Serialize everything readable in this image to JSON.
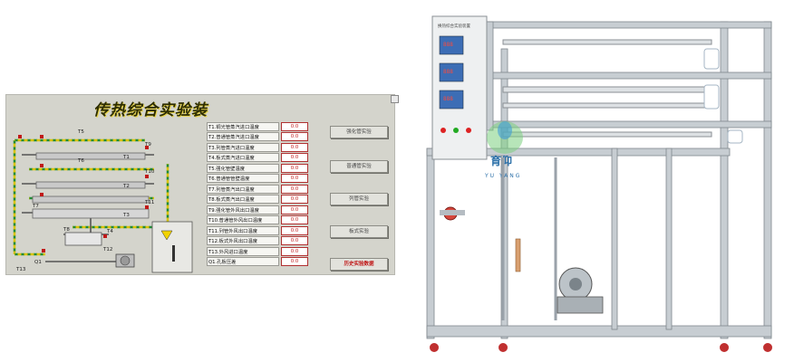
{
  "panel": {
    "title": "传热综合实验装置",
    "table": [
      {
        "label": "T1.铜光管蒸汽进口温度",
        "value": "0.0"
      },
      {
        "label": "T2.普通管蒸汽进口温度",
        "value": "0.0"
      },
      {
        "label": "T3.列管蒸汽进口温度",
        "value": "0.0"
      },
      {
        "label": "T4.板式蒸汽进口温度",
        "value": "0.0"
      },
      {
        "label": "T5.强化管壁温度",
        "value": "0.0"
      },
      {
        "label": "T6.普通管管壁温度",
        "value": "0.0"
      },
      {
        "label": "T7.列管蒸汽出口温度",
        "value": "0.0"
      },
      {
        "label": "T8.板式蒸汽出口温度",
        "value": "0.0"
      },
      {
        "label": "T9.强化管外风出口温度",
        "value": "0.0"
      },
      {
        "label": "T10.普通管外风出口温度",
        "value": "0.0"
      },
      {
        "label": "T11.列管外风出口温度",
        "value": "0.0"
      },
      {
        "label": "T12.板式外风出口温度",
        "value": "0.0"
      },
      {
        "label": "T13.外风进口温度",
        "value": "0.0"
      },
      {
        "label": "Q1.孔板压差",
        "value": "0.0"
      }
    ],
    "buttons": [
      {
        "label": "强化管实验"
      },
      {
        "label": "普通管实验"
      },
      {
        "label": "列管实验"
      },
      {
        "label": "板式实验"
      },
      {
        "label": "历史实验数据"
      }
    ],
    "diagram_labels": {
      "t5": "T5",
      "t9": "T9",
      "t6": "T6",
      "t1": "T1",
      "t10": "T10",
      "t11": "T11",
      "t2": "T2",
      "t3": "T3",
      "t7": "T7",
      "t8": "T8",
      "t4": "T4",
      "t12": "T12",
      "q1": "Q1",
      "t13": "T13"
    }
  },
  "photo": {
    "device_name": "换热综合实验装置",
    "brand_cn": "育仰",
    "brand_en": "YU YANG",
    "displays": [
      "888",
      "888",
      "888"
    ]
  },
  "colors": {
    "panel_bg": "#d4d4cc",
    "value_red": "#c01818",
    "pipe_yellow": "#d9c200",
    "pipe_green": "#1f8a3a",
    "frame_gray": "#9aa2aa"
  }
}
